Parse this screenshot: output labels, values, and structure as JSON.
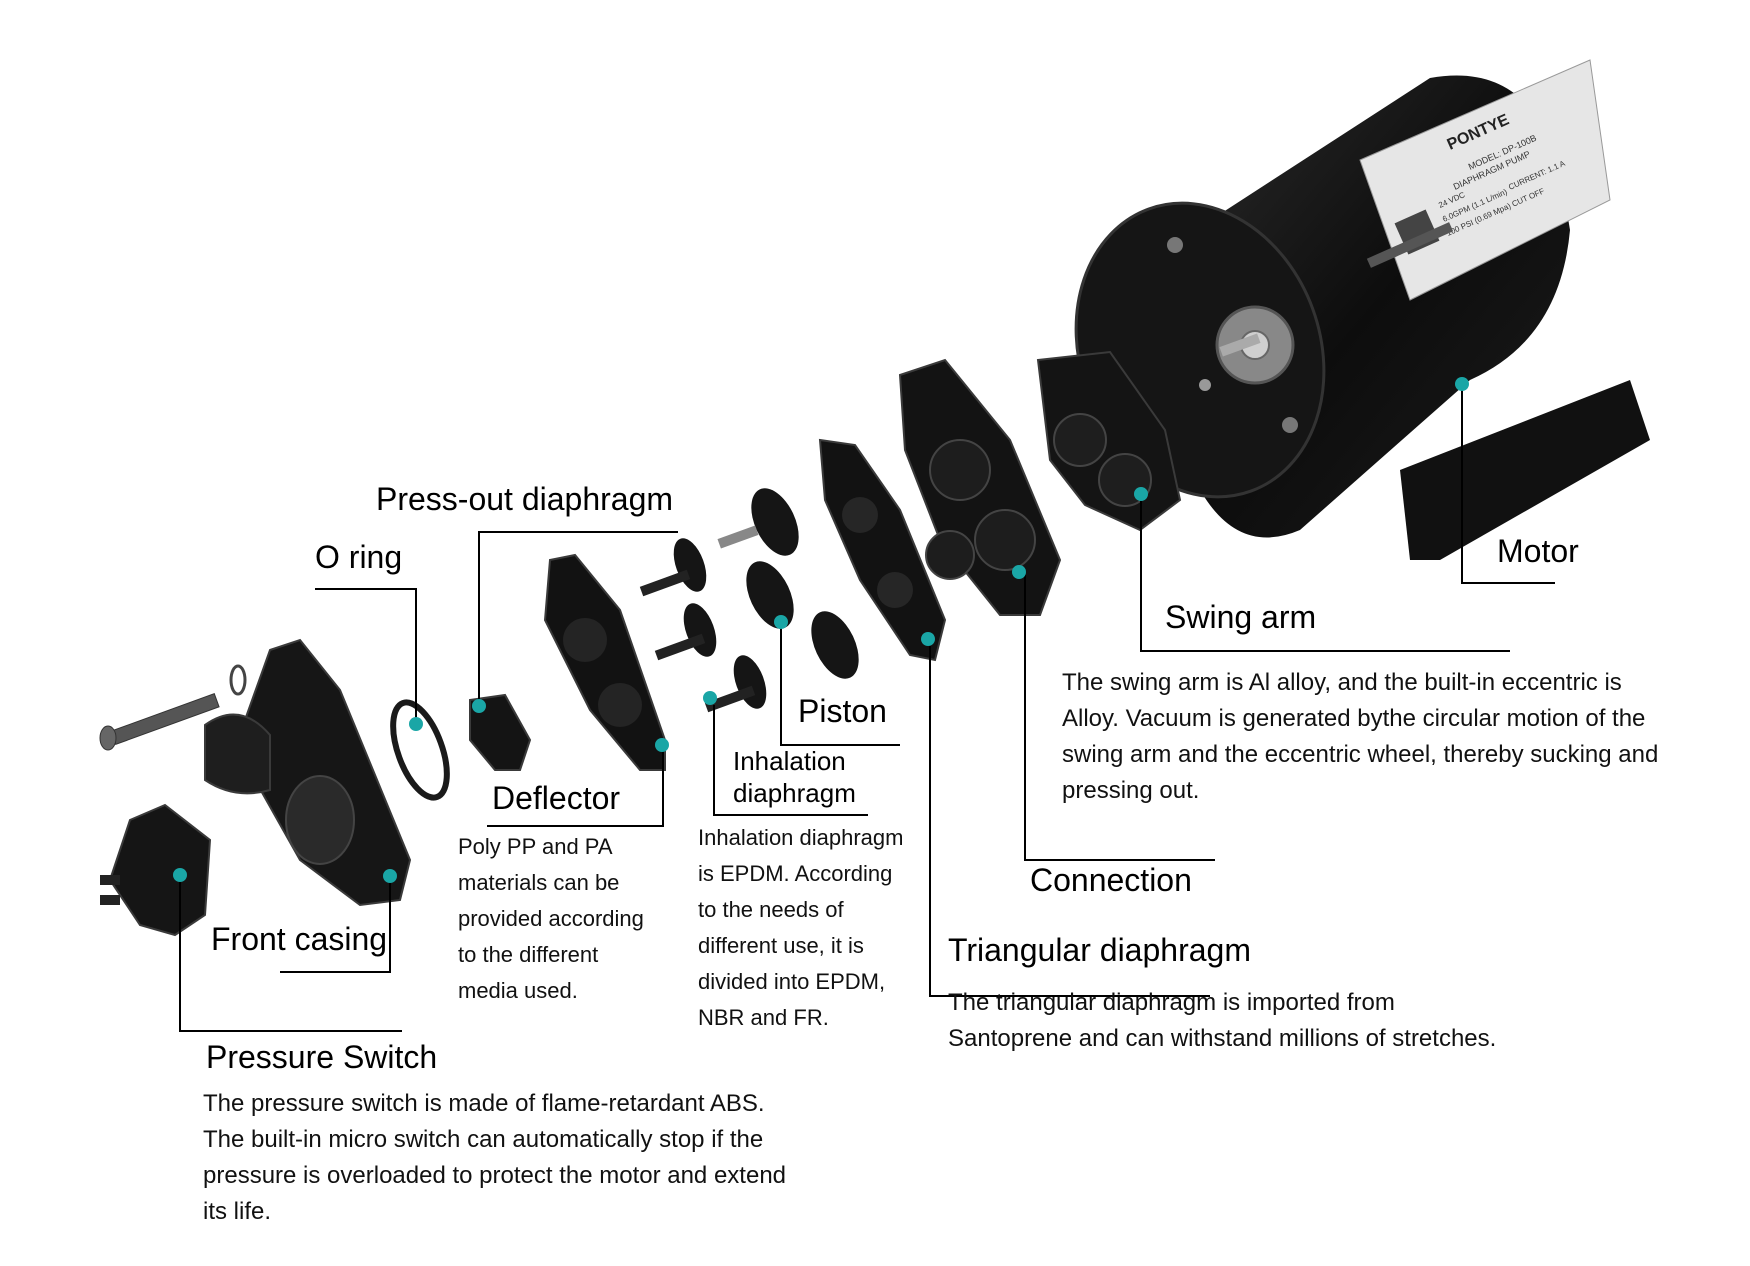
{
  "colors": {
    "leader": "#000000",
    "dot": "#1aa6a6",
    "part": "#161616",
    "part_edge": "#3a3a3a",
    "label_plate": "#e8e8e8"
  },
  "motor_label": {
    "brand": "PONTYE",
    "model": "MODEL: DP-100B",
    "type": "DIAPHRAGM PUMP",
    "lines": [
      "24 VDC",
      "CURRENT: 1.1 A",
      "6.0GPM (1.1 L/min)",
      "100 PSI (0.69 Mpa) CUT OFF"
    ]
  },
  "labels": {
    "motor": "Motor",
    "swing_arm": "Swing arm",
    "connection": "Connection",
    "triangular_diaphragm": "Triangular diaphragm",
    "piston": "Piston",
    "inhalation_diaphragm_line1": "Inhalation",
    "inhalation_diaphragm_line2": "diaphragm",
    "press_out_diaphragm": "Press-out diaphragm",
    "deflector": "Deflector",
    "o_ring": "O ring",
    "front_casing": "Front casing",
    "pressure_switch": "Pressure Switch"
  },
  "descriptions": {
    "swing_arm": [
      "The swing arm is Al alloy, and the built-in eccentric is",
      "Alloy. Vacuum is generated bythe circular motion of the",
      "swing arm and the eccentric wheel, thereby sucking and",
      "pressing out."
    ],
    "triangular_diaphragm": [
      "The triangular diaphragm is imported from",
      "Santoprene and can withstand millions of stretches."
    ],
    "inhalation_diaphragm": [
      "Inhalation diaphragm",
      "is EPDM. According",
      "to the needs of",
      "different use, it is",
      "divided into EPDM,",
      "NBR and FR."
    ],
    "deflector": [
      "Poly PP and PA",
      "materials can be",
      "provided according",
      "to the different",
      "media used."
    ],
    "pressure_switch": [
      "The pressure switch is made of flame-retardant ABS.",
      "The built-in micro switch can automatically stop if the",
      "pressure is overloaded to protect the motor and extend",
      "its life."
    ]
  }
}
